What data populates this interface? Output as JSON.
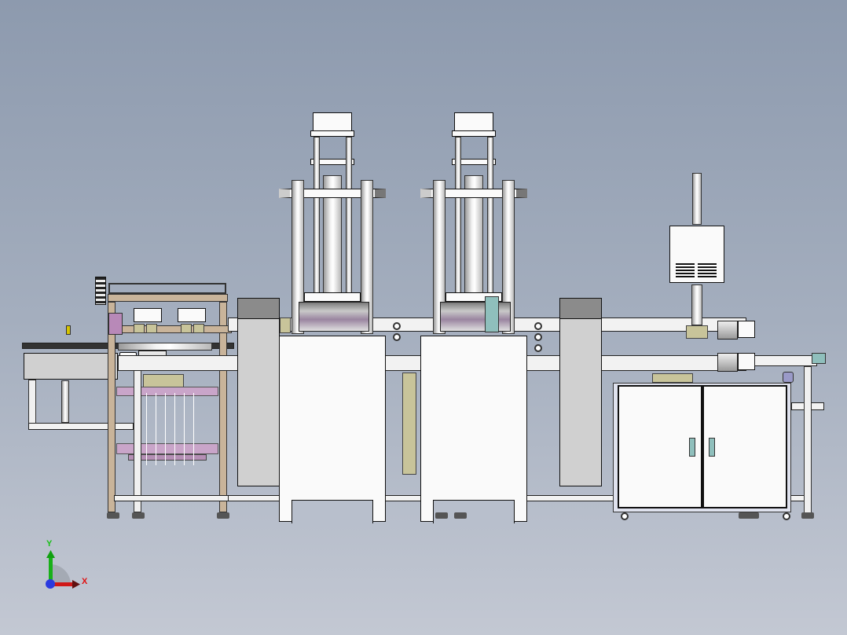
{
  "viewport": {
    "background_top": "#8d9aae",
    "background_bottom": "#c3c8d3"
  },
  "triad": {
    "x_label": "X",
    "y_label": "Y",
    "x_color": "#e01010",
    "y_color": "#10c010",
    "z_color": "#2030e0"
  },
  "model": {
    "description": "Automated production line assembly - front view",
    "components": [
      {
        "name": "left-infeed-conveyor"
      },
      {
        "name": "left-loading-frame"
      },
      {
        "name": "press-station-1"
      },
      {
        "name": "press-station-2"
      },
      {
        "name": "right-control-box"
      },
      {
        "name": "electrical-cabinet"
      },
      {
        "name": "right-outfeed-conveyor"
      }
    ]
  }
}
